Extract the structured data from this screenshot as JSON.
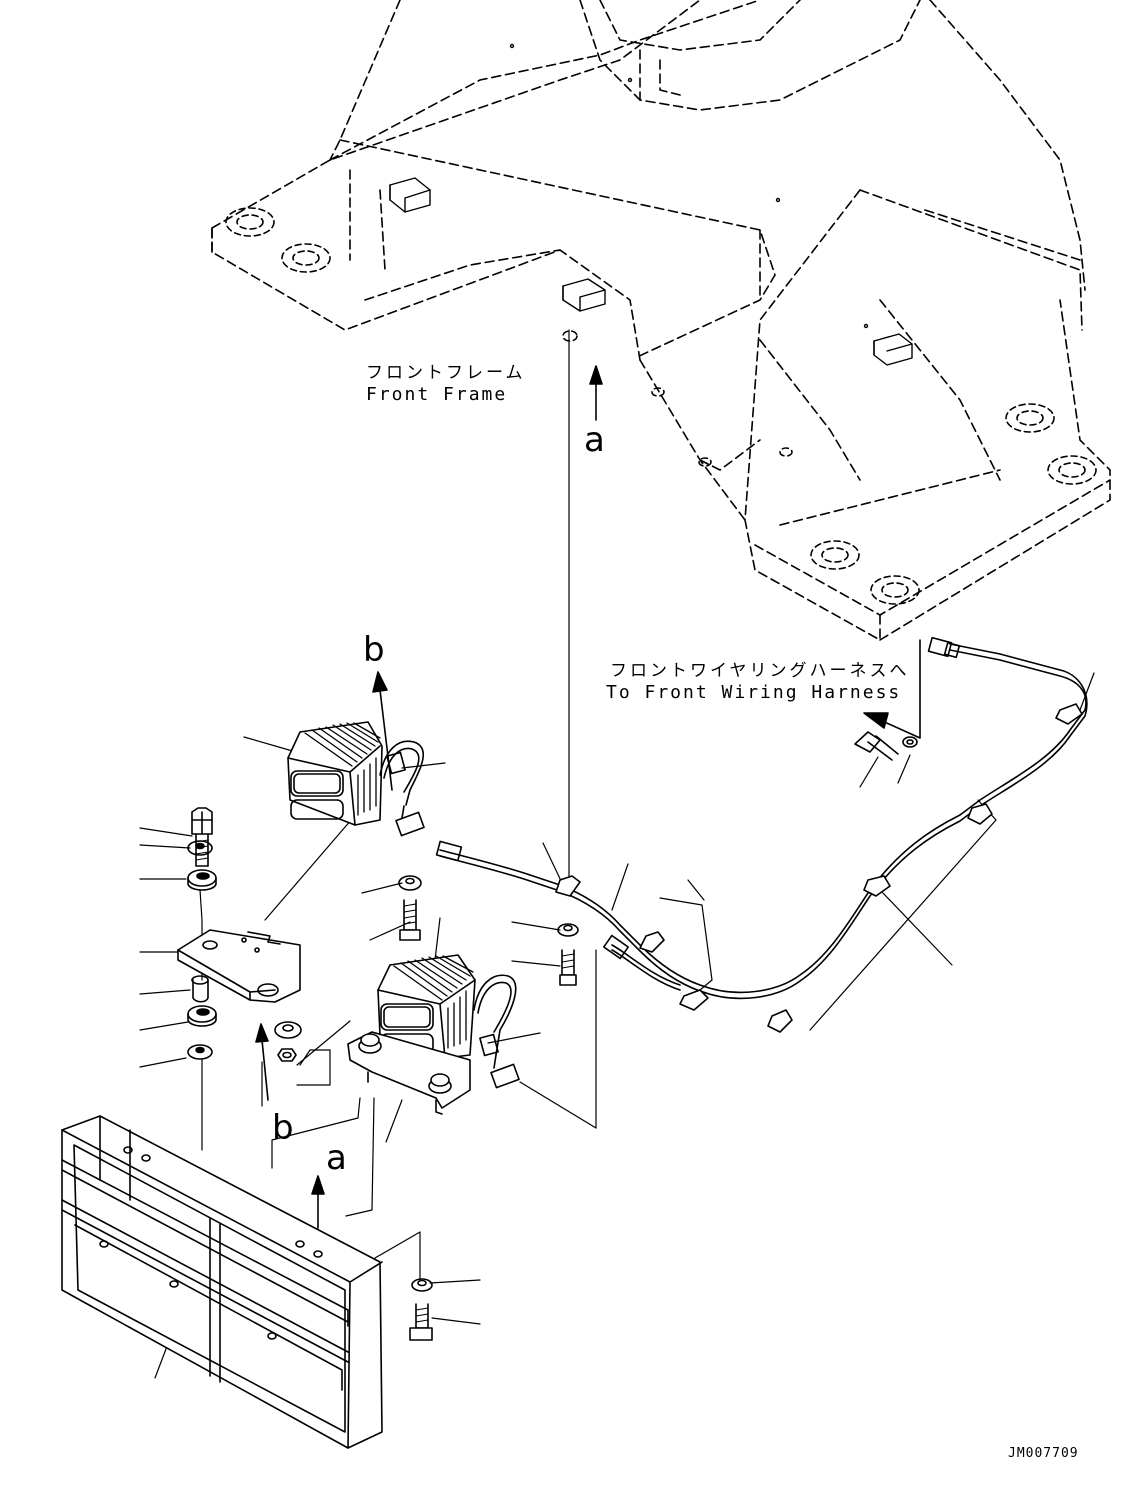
{
  "labels": {
    "front_frame_jp": "フロントフレーム",
    "front_frame_en": "Front Frame",
    "harness_jp": "フロントワイヤリングハーネスへ",
    "harness_en": "To Front Wiring Harness",
    "ref_a": "a",
    "ref_b": "b",
    "drawing_code": "JM007709"
  }
}
